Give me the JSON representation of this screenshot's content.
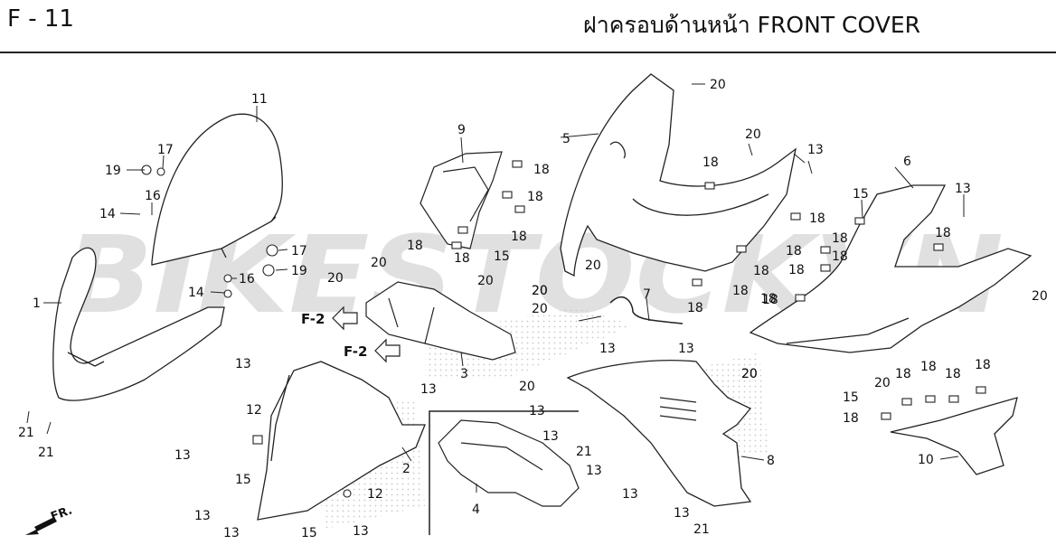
{
  "header": {
    "page_code": "F - 11",
    "title": "ฝาครอบด้านหน้า  FRONT COVER"
  },
  "watermark": {
    "text": "BIKESTOCKVN",
    "color_main": "#d6d6d6",
    "color_accent": "#f08a8a"
  },
  "refs": {
    "f2_top": "F-2",
    "f2_bottom": "F-2",
    "fr": "FR."
  },
  "callouts": [
    "11",
    "17",
    "19",
    "16",
    "14",
    "17",
    "19",
    "14",
    "16",
    "1",
    "21",
    "21",
    "9",
    "18",
    "18",
    "18",
    "18",
    "18",
    "15",
    "20",
    "20",
    "20",
    "20",
    "20",
    "20",
    "3",
    "20",
    "5",
    "20",
    "20",
    "20",
    "7",
    "13",
    "13",
    "20",
    "13",
    "18",
    "18",
    "18",
    "18",
    "18",
    "18",
    "6",
    "15",
    "13",
    "18",
    "18",
    "18",
    "18",
    "18",
    "18",
    "20",
    "20",
    "20",
    "15",
    "18",
    "18",
    "18",
    "18",
    "18",
    "10",
    "13",
    "13",
    "12",
    "13",
    "15",
    "2",
    "12",
    "13",
    "13",
    "15",
    "13",
    "4",
    "13",
    "13",
    "21",
    "13",
    "8",
    "13",
    "21",
    "13"
  ],
  "colors": {
    "ink": "#222222",
    "stipple": "#c8c8c8"
  }
}
